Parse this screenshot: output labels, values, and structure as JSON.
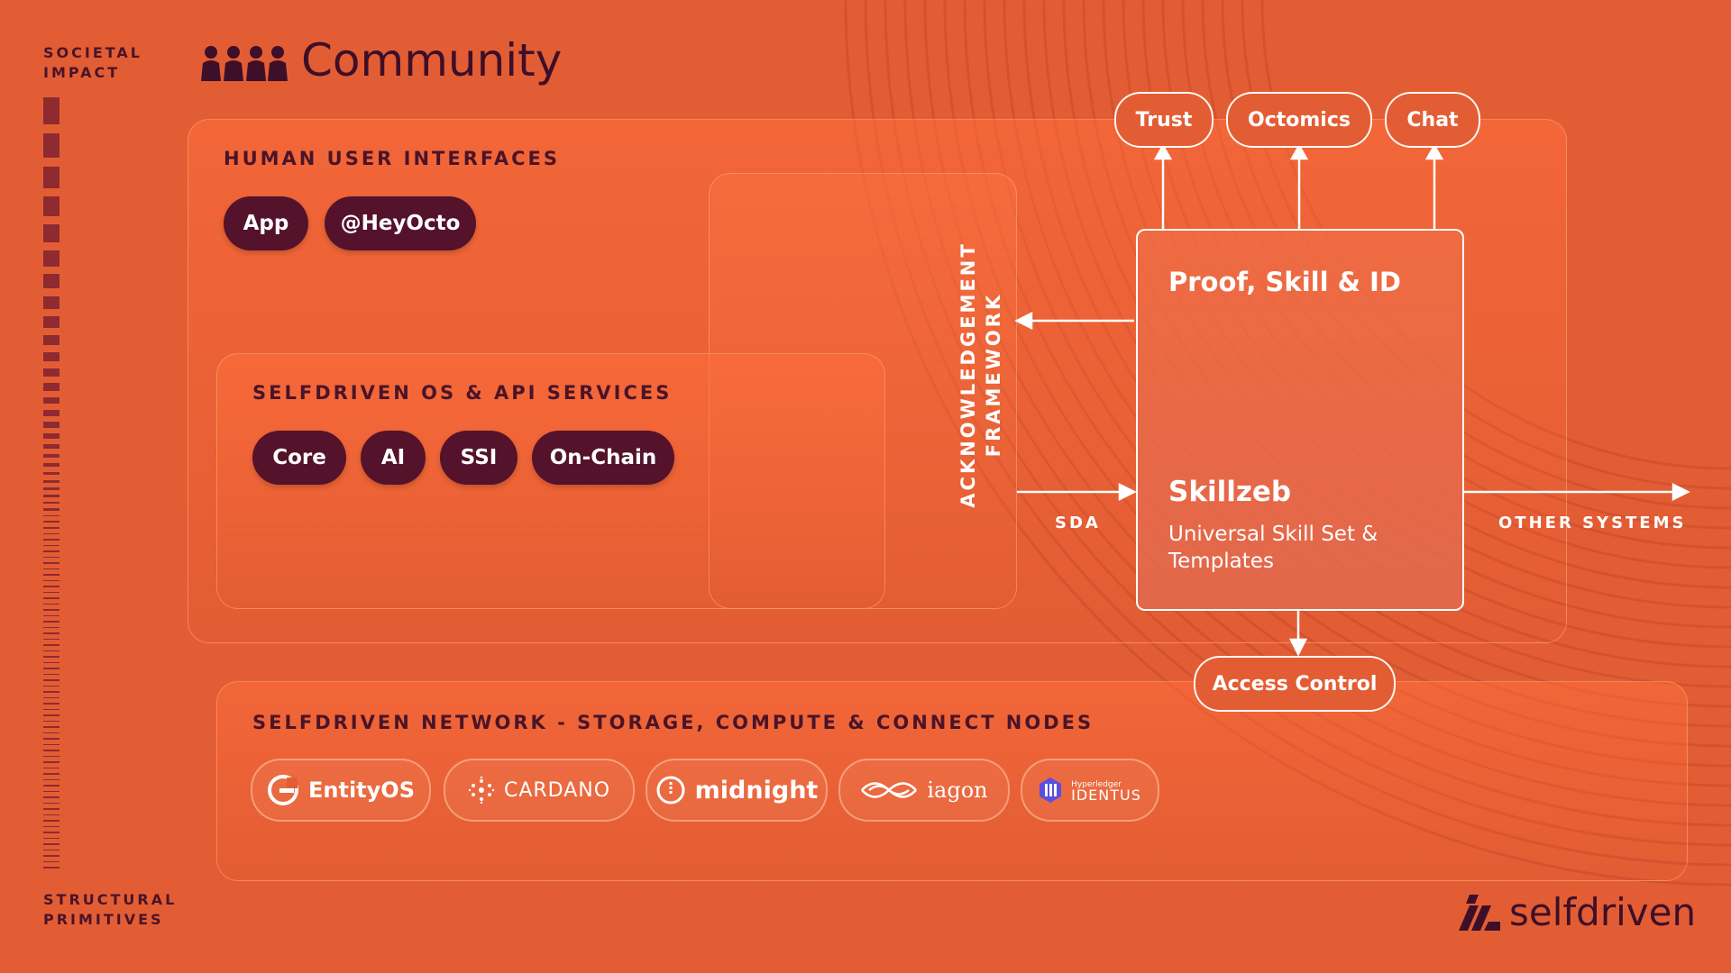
{
  "side_labels": {
    "top_line1": "SOCIETAL",
    "top_line2": "IMPACT",
    "bottom_line1": "STRUCTURAL",
    "bottom_line2": "PRIMITIVES"
  },
  "header": {
    "title": "Community",
    "icon": "people-group-icon"
  },
  "human_ui": {
    "title": "HUMAN USER INTERFACES",
    "pills": [
      "App",
      "@HeyOcto"
    ]
  },
  "os_api": {
    "title": "SELFDRIVEN OS & API SERVICES",
    "pills": [
      "Core",
      "AI",
      "SSI",
      "On-Chain"
    ]
  },
  "ack_framework": {
    "line1": "ACKNOWLEDGEMENT",
    "line2": "FRAMEWORK"
  },
  "top_outputs": [
    "Trust",
    "Octomics",
    "Chat"
  ],
  "main_box": {
    "title": "Proof, Skill & ID",
    "subtitle": "Skillzeb",
    "description_line1": "Universal Skill Set &",
    "description_line2": "Templates"
  },
  "labels": {
    "sda": "SDA",
    "other_systems": "OTHER SYSTEMS"
  },
  "access_control": "Access Control",
  "network": {
    "title": "SELFDRIVEN NETWORK - STORAGE, COMPUTE & CONNECT NODES",
    "nodes": [
      {
        "name": "EntityOS",
        "icon": "entityos-logo-icon"
      },
      {
        "name": "CARDANO",
        "icon": "cardano-logo-icon"
      },
      {
        "name": "midnight",
        "icon": "midnight-logo-icon"
      },
      {
        "name": "iagon",
        "icon": "iagon-logo-icon"
      },
      {
        "name": "IDENTUS",
        "pre": "Hyperledger",
        "icon": "identus-logo-icon"
      }
    ]
  },
  "brand": {
    "name": "selfdriven",
    "icon": "selfdriven-logo-icon"
  },
  "colors": {
    "background": "#E35D34",
    "dark_pill": "#54122B",
    "label_dark": "#4A1428",
    "white": "#FFFFFF"
  }
}
